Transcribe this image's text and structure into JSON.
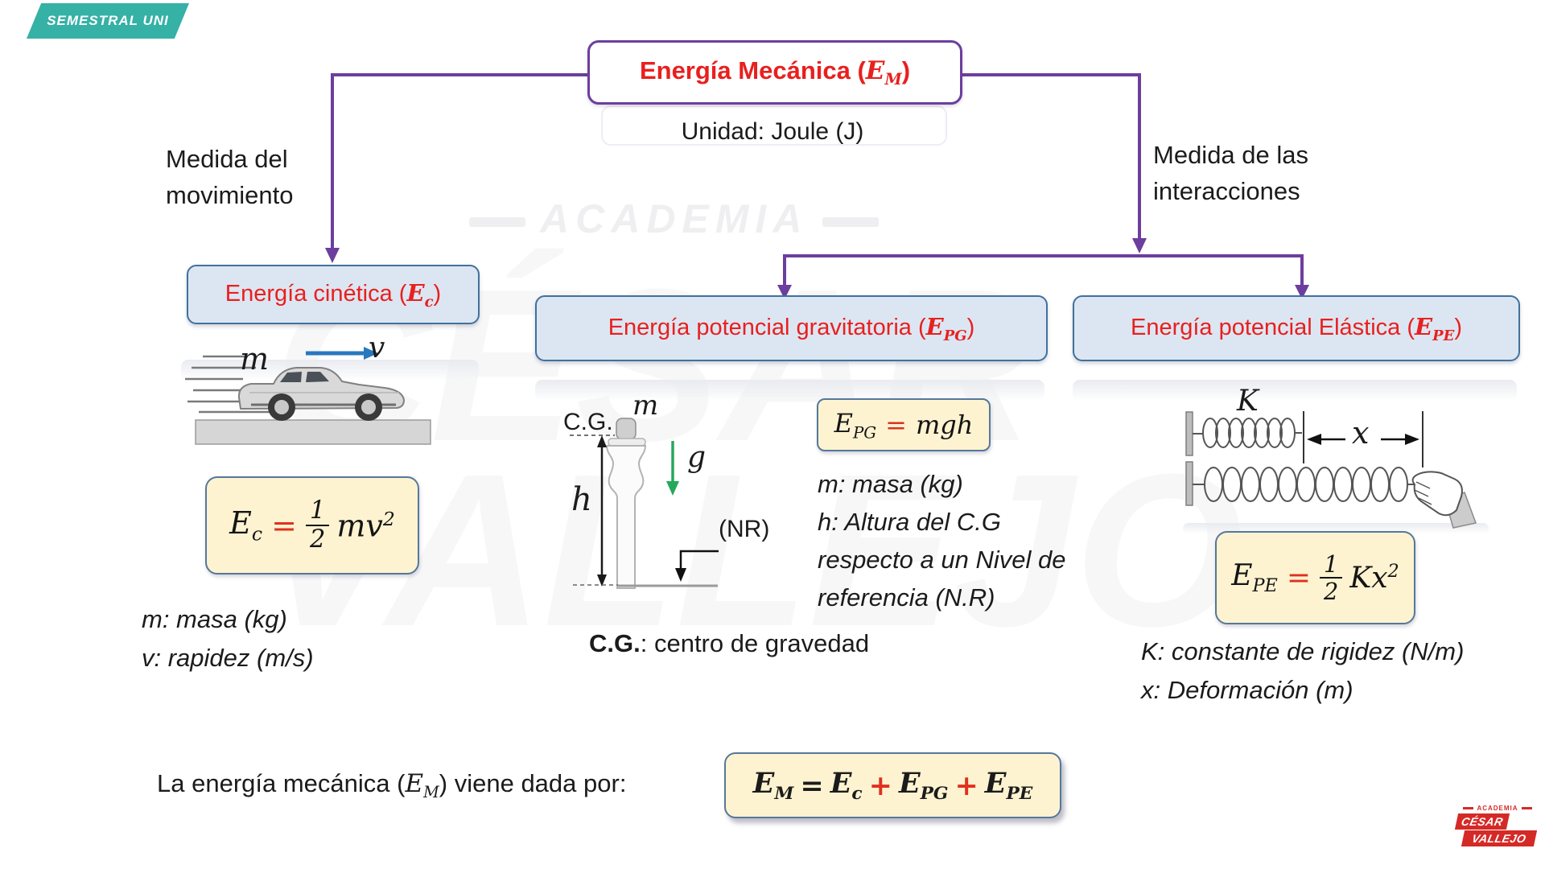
{
  "badge": "SEMESTRAL UNI",
  "watermark": {
    "academia": "ACADEMIA",
    "ghost1": "CÉSAR",
    "ghost2": "VALLEJO"
  },
  "title": {
    "pre": "Energía Mecánica (",
    "var": "E",
    "sub": "M",
    "post": ")"
  },
  "unit": "Unidad: Joule (J)",
  "left_branch_label": {
    "line1": "Medida del",
    "line2": "movimiento"
  },
  "right_branch_label": {
    "line1": "Medida de las",
    "line2": "interacciones"
  },
  "kinetic": {
    "header": {
      "pre": "Energía cinética (",
      "var": "E",
      "sub": "c",
      "post": ")"
    },
    "mass_label": "m",
    "velocity_label": "v",
    "formula": {
      "lhs": "E",
      "lhs_sub": "c",
      "eq": "=",
      "num": "1",
      "den": "2",
      "rhs": "mv",
      "exp": "2"
    },
    "defs": {
      "line1": "m: masa (kg)",
      "line2": "v: rapidez (m/s)"
    }
  },
  "gravitational": {
    "header": {
      "pre": "Energía potencial gravitatoria (",
      "var": "E",
      "sub": "PG",
      "post": ")"
    },
    "cg_label": "C.G.",
    "mass_label": "m",
    "g_label": "g",
    "h_label": "h",
    "nr_label": "(NR)",
    "formula": {
      "lhs": "E",
      "lhs_sub": "PG",
      "eq": "=",
      "rhs": "mgh"
    },
    "defs": {
      "line1": "m: masa (kg)",
      "line2": "h: Altura del C.G",
      "line3": "respecto a un Nivel de",
      "line4": "referencia (N.R)"
    },
    "caption_bold": "C.G.",
    "caption_rest": ": centro de gravedad"
  },
  "elastic": {
    "header": {
      "pre": "Energía potencial Elástica (",
      "var": "E",
      "sub": "PE",
      "post": ")"
    },
    "k_label": "K",
    "x_label": "x",
    "formula": {
      "lhs": "E",
      "lhs_sub": "PE",
      "eq": "=",
      "num": "1",
      "den": "2",
      "rhs": "Kx",
      "exp": "2"
    },
    "defs": {
      "line1": "K: constante de rigidez (N/m)",
      "line2": "x: Deformación (m)"
    }
  },
  "footer": {
    "pre": "La energía mecánica (",
    "var": "E",
    "sub": "M",
    "post": ") viene dada por:",
    "formula": {
      "t1": "E",
      "s1": "M",
      "eq": "=",
      "t2": "E",
      "s2": "c",
      "p1": "+",
      "t3": "E",
      "s3": "PG",
      "p2": "+",
      "t4": "E",
      "s4": "PE"
    }
  },
  "logo": {
    "top": "ACADEMIA",
    "line1": "CÉSAR",
    "line2": "VALLEJO"
  },
  "colors": {
    "purple": "#6c3e9e",
    "red": "#e8201e",
    "teal": "#35b1a6",
    "node_bg": "#dce6f2",
    "node_border": "#41719c",
    "formula_bg": "#fdf3d1",
    "formula_border": "#55789b",
    "green": "#27a85c",
    "logo_red": "#d42a27",
    "arrow_blue": "#2878be"
  }
}
